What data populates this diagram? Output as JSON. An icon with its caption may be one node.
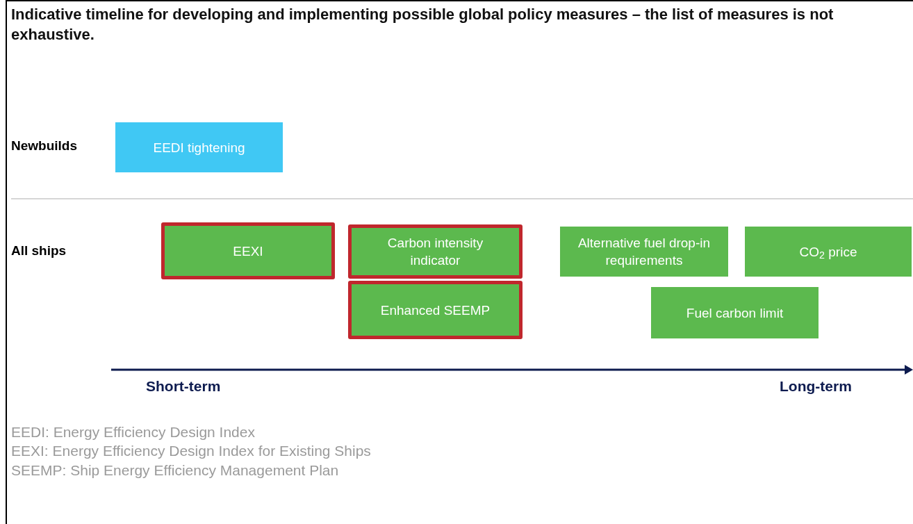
{
  "diagram": {
    "title": "Indicative timeline for developing and implementing possible global policy measures – the list of measures is not exhaustive.",
    "nodes": [
      {
        "text": [
          "EEDI tightening"
        ]
      },
      {
        "text": [
          "EEXI"
        ]
      },
      {
        "text": [
          "Carbon intensity indicator"
        ]
      },
      {
        "text": [
          "Enhanced SEEMP"
        ]
      },
      {
        "text": [
          "Alternative fuel drop-in requirements"
        ]
      },
      {
        "text": [
          "CO$_{2}$ price"
        ]
      },
      {
        "text": [
          "Fuel carbon limit"
        ]
      }
    ],
    "labels": [
      "Newbuilds",
      "All ships",
      "Short-term",
      "Long-term",
      "EEDI: Energy Efficiency Design Index",
      "EEXI: Energy Efficiency Design Index for Existing Ships",
      "SEEMP: Ship Energy Efficiency Management Plan"
    ]
  }
}
